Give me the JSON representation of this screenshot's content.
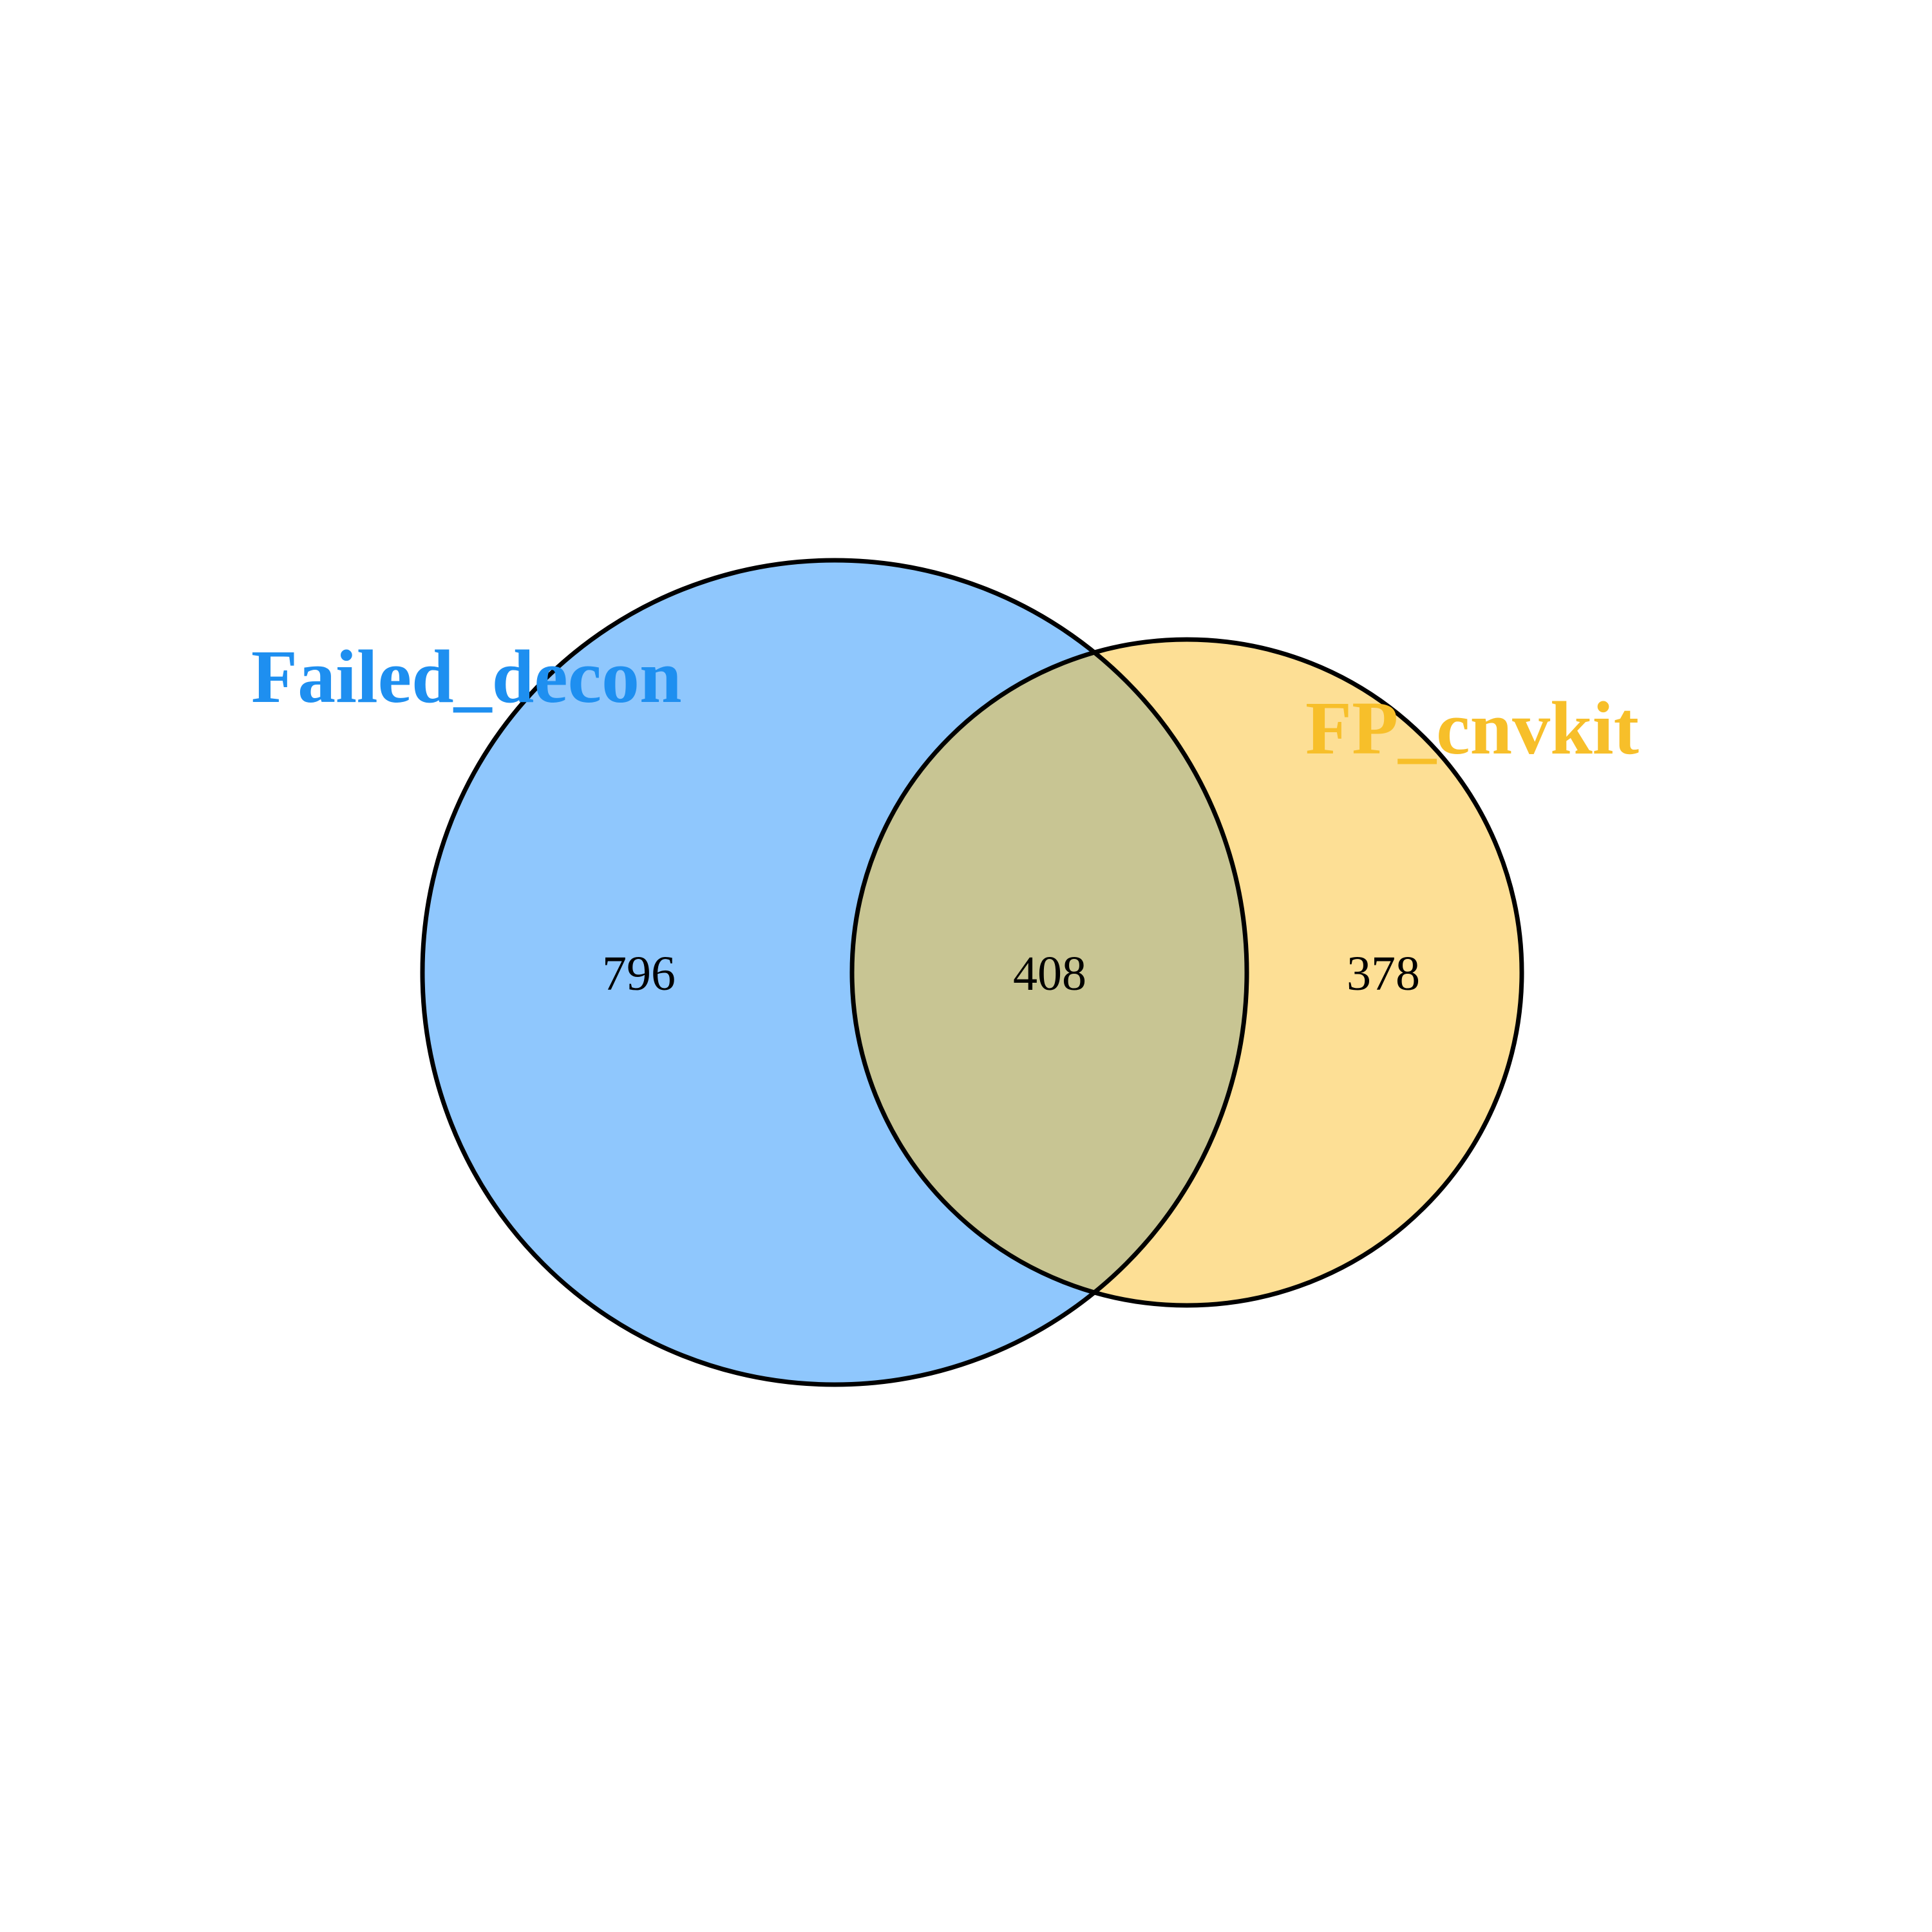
{
  "venn": {
    "sets": [
      {
        "id": "a",
        "label": "Failed_decon",
        "color": "#1E8FF0",
        "fill": "#8FC7FD"
      },
      {
        "id": "b",
        "label": "FP_cnvkit",
        "color": "#F7BF2A",
        "fill": "#FDDF95"
      }
    ],
    "intersection_fill": "#C8C593",
    "outline_color": "#000000",
    "counts": {
      "only_a": "796",
      "both": "408",
      "only_b": "378"
    }
  }
}
